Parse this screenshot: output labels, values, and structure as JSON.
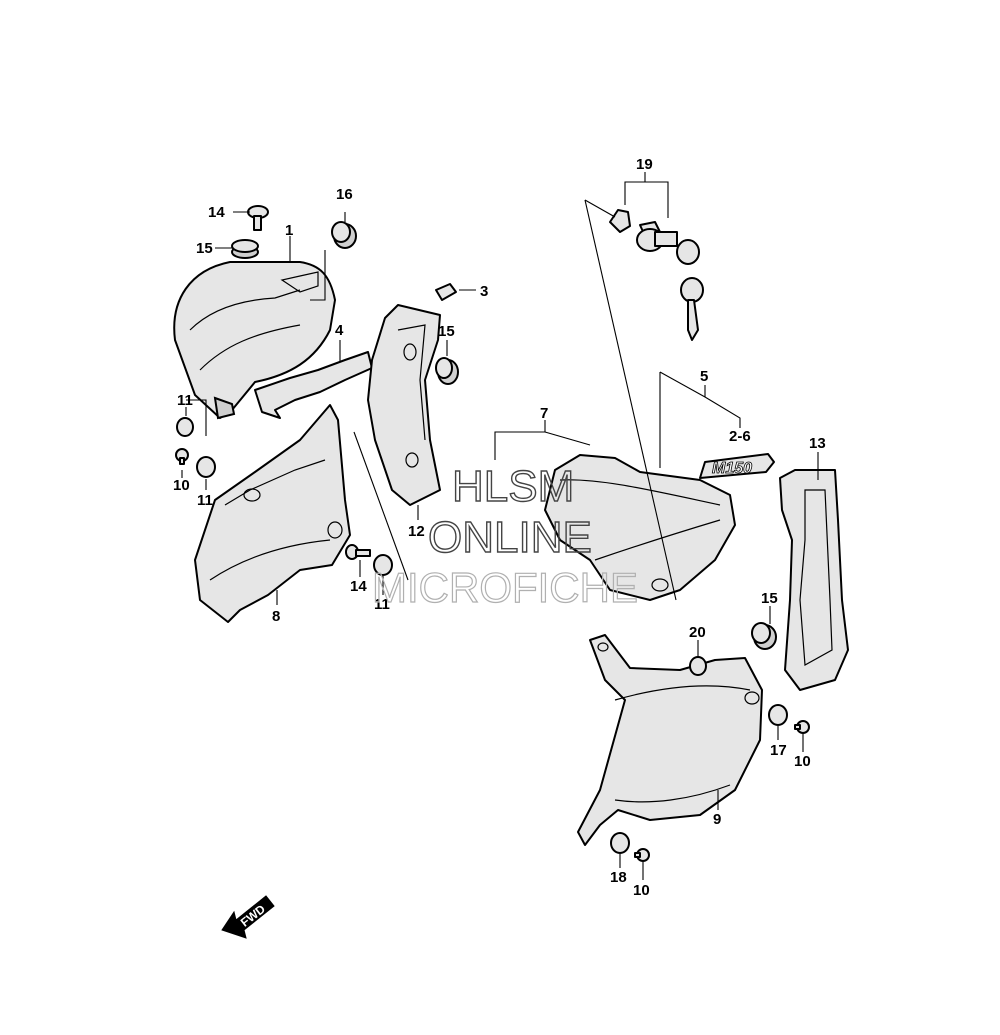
{
  "callouts": {
    "c1": "1",
    "c2_6": "2-6",
    "c3": "3",
    "c4": "4",
    "c5": "5",
    "c7": "7",
    "c8": "8",
    "c9": "9",
    "c10a": "10",
    "c10b": "10",
    "c10c": "10",
    "c11a": "11",
    "c11b": "11",
    "c11c": "11",
    "c12": "12",
    "c13": "13",
    "c14a": "14",
    "c14b": "14",
    "c15a": "15",
    "c15b": "15",
    "c15c": "15",
    "c16": "16",
    "c17": "17",
    "c18": "18",
    "c19": "19",
    "c20": "20"
  },
  "watermark": {
    "line1": "HLSM",
    "line2": "ONLINE",
    "line3": "MICROFICHE"
  },
  "emblem_text": "M150",
  "direction_marker": "FWD",
  "icons": [
    "fwd-arrow-icon",
    "key-icon"
  ]
}
